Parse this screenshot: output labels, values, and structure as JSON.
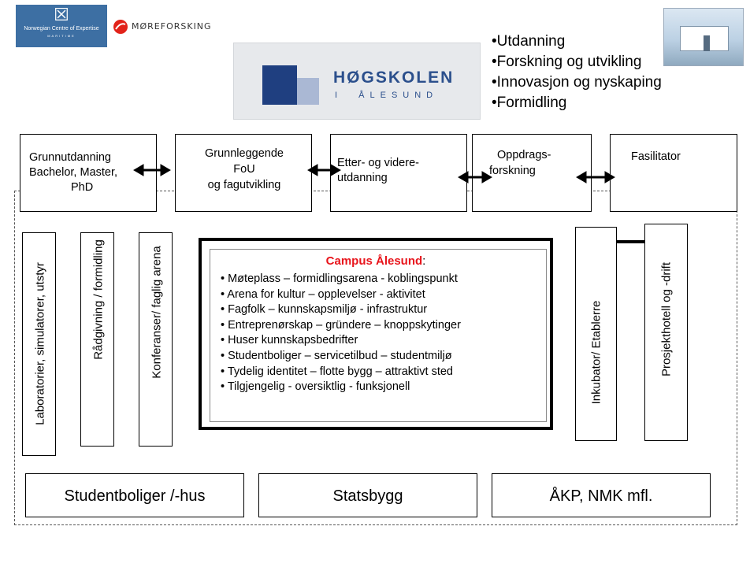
{
  "logos": {
    "ncem_line1": "Norwegian Centre of Expertise",
    "ncem_line2": "MARITIME",
    "moreforsking": "MØREFORSKING",
    "hogskolen_line1": "HØGSKOLEN",
    "hogskolen_line2": "I  ÅLESUND"
  },
  "roles": [
    "•Utdanning",
    "•Forskning og utvikling",
    "•Innovasjon og nyskaping",
    "•Formidling"
  ],
  "top_boxes": [
    {
      "lines": [
        "Grunnutdanning",
        "Bachelor, Master,",
        "PhD"
      ]
    },
    {
      "lines": [
        "Grunnleggende",
        "FoU",
        "og fagutvikling"
      ]
    },
    {
      "lines": [
        "Etter- og videre-",
        "utdanning"
      ]
    },
    {
      "lines": [
        "Oppdrags-",
        "forskning"
      ]
    },
    {
      "lines": [
        "Fasilitator"
      ]
    }
  ],
  "left_vertical": [
    "Laboratorier, simulatorer, utstyr",
    "Rådgivning / formidling",
    "Konferanser/ faglig arena"
  ],
  "right_vertical": [
    "Inkubator/ Etablerre",
    "Prosjekthotell og -drift"
  ],
  "campus": {
    "title": "Campus Ålesund",
    "title_suffix": ":",
    "items": [
      "• Møteplass – formidlingsarena - koblingspunkt",
      "• Arena for kultur – opplevelser - aktivitet",
      "• Fagfolk – kunnskapsmiljø - infrastruktur",
      "• Entreprenørskap – gründere – knoppskytinger",
      "• Huser kunnskapsbedrifter",
      "• Studentboliger – servicetilbud – studentmiljø",
      "• Tydelig identitet – flotte bygg – attraktivt sted",
      "• Tilgjengelig - oversiktlig - funksjonell"
    ]
  },
  "bottom_boxes": [
    "Studentboliger /-hus",
    "Statsbygg",
    "ÅKP, NMK mfl."
  ],
  "colors": {
    "campus_title": "#e8141b",
    "ncem_blue": "#3d6fa3",
    "hogskolen_blue": "#2b4f8c",
    "moreforsking_red": "#e2231a"
  }
}
